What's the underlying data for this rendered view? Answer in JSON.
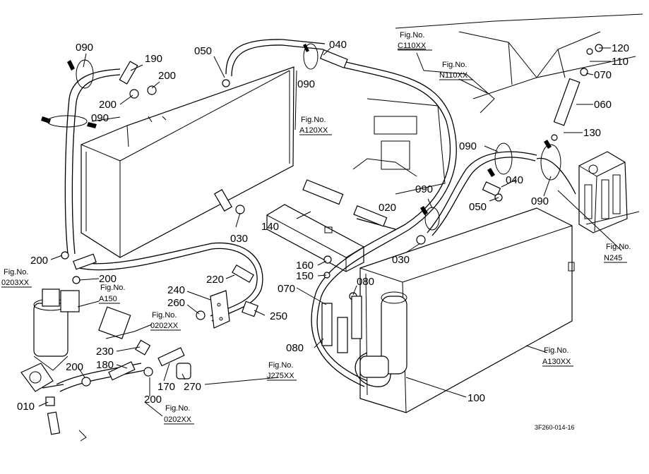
{
  "drawing_code": "3F260-014-16",
  "fig_refs": {
    "c110": {
      "top": "Fig.No.",
      "bottom": "C110XX"
    },
    "n110": {
      "top": "Fig.No.",
      "bottom": "N110XX"
    },
    "a120": {
      "top": "Fig.No.",
      "bottom": "A120XX"
    },
    "n245": {
      "top": "Fig.No.",
      "bottom": "N245"
    },
    "f0203": {
      "top": "Fig.No.",
      "bottom": "0203XX"
    },
    "a150": {
      "top": "Fig.No.",
      "bottom": "A150"
    },
    "f0202a": {
      "top": "Fig.No.",
      "bottom": "0202XX"
    },
    "j275": {
      "top": "Fig.No.",
      "bottom": "J275XX"
    },
    "f0202b": {
      "top": "Fig.No.",
      "bottom": "0202XX"
    },
    "a130": {
      "top": "Fig.No.",
      "bottom": "A130XX"
    }
  },
  "part_labels": {
    "p090_a": "090",
    "p190": "190",
    "p200_a": "200",
    "p200_b": "200",
    "p090_b": "090",
    "p050_a": "050",
    "p040_a": "040",
    "p090_c": "090",
    "p120": "120",
    "p110": "110",
    "p070_a": "070",
    "p060": "060",
    "p130": "130",
    "p090_d": "090",
    "p040_b": "040",
    "p090_e": "090",
    "p050_b": "050",
    "p020": "020",
    "p090_f": "090",
    "p030_a": "030",
    "p140": "140",
    "p030_b": "030",
    "p160": "160",
    "p150": "150",
    "p070_b": "070",
    "p080_a": "080",
    "p200_c": "200",
    "p200_d": "200",
    "p220": "220",
    "p240": "240",
    "p260": "260",
    "p250": "250",
    "p230": "230",
    "p180": "180",
    "p200_e": "200",
    "p170": "170",
    "p270": "270",
    "p010": "010",
    "p200_f": "200",
    "p080_b": "080",
    "p100": "100"
  }
}
